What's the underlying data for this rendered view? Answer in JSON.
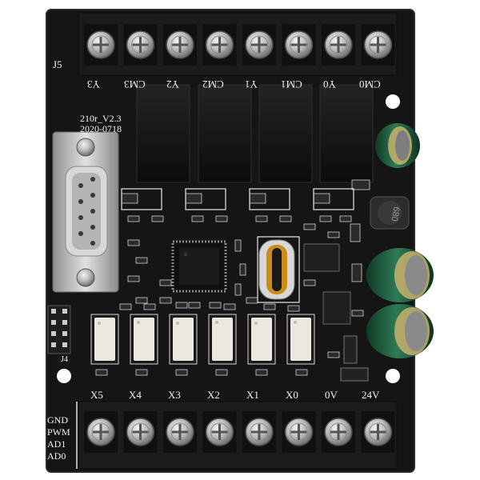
{
  "board": {
    "header_label": "J5",
    "side_label": "J4",
    "version_line_1": "210r_V2.3",
    "version_line_2": "2020-0718",
    "top_terminals": [
      "Y3",
      "CM3",
      "Y2",
      "CM2",
      "Y1",
      "CM1",
      "Y0",
      "CM0"
    ],
    "bottom_terminals": [
      "X5",
      "X4",
      "X3",
      "X2",
      "X1",
      "X0",
      "0V",
      "24V"
    ],
    "analog_labels": [
      "GND",
      "PWM",
      "AD1",
      "AD0"
    ],
    "inductor_marking": "680",
    "colors": {
      "pcb": "#151515",
      "terminal_block": "#1c1c1c",
      "screw": "#c9c9c9",
      "relay": "#141414",
      "capacitor": "#1f5a3c",
      "capacitor_band": "#c9b26d",
      "optocoupler": "#ece8e0",
      "db9_shell": "#bdbdbd",
      "silkscreen": "#f2f2f2"
    }
  }
}
